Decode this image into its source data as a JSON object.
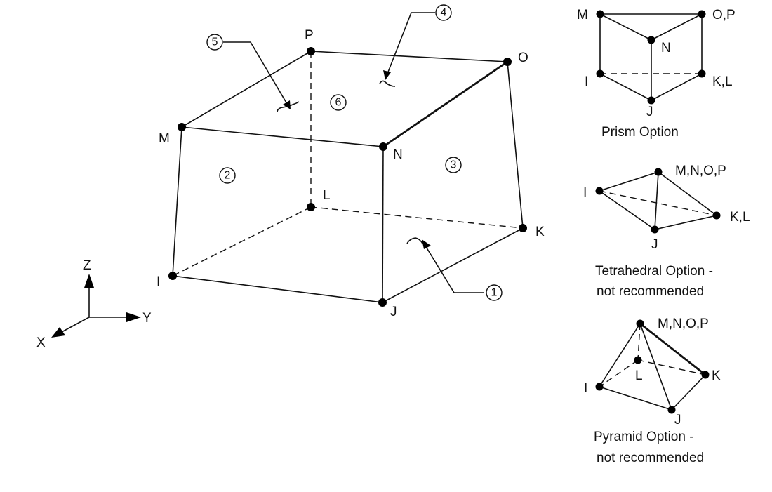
{
  "hexahedron": {
    "nodes": {
      "I": "I",
      "J": "J",
      "K": "K",
      "L": "L",
      "M": "M",
      "N": "N",
      "O": "O",
      "P": "P"
    },
    "faces": [
      "1",
      "2",
      "3",
      "4",
      "5",
      "6"
    ]
  },
  "axes": {
    "z": "Z",
    "y": "Y",
    "x": "X"
  },
  "prism": {
    "caption": "Prism Option",
    "labels": {
      "M": "M",
      "OP": "O,P",
      "N": "N",
      "I": "I",
      "KL": "K,L",
      "J": "J"
    }
  },
  "tetra": {
    "caption_line1": "Tetrahedral Option -",
    "caption_line2": "not recommended",
    "labels": {
      "MNOP": "M,N,O,P",
      "I": "I",
      "KL": "K,L",
      "J": "J"
    }
  },
  "pyramid": {
    "caption_line1": "Pyramid Option -",
    "caption_line2": "not recommended",
    "labels": {
      "MNOP": "M,N,O,P",
      "L": "L",
      "I": "I",
      "K": "K",
      "J": "J"
    }
  }
}
